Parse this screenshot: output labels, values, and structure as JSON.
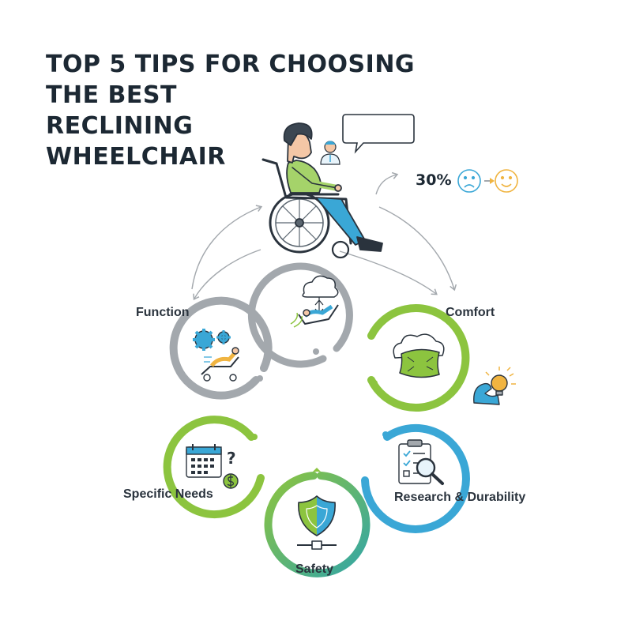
{
  "title_lines": [
    "TOP 5 TIPS FOR CHOOSING",
    "THE BEST",
    "RECLINING",
    "WHEELCHAIR"
  ],
  "stat": {
    "value": "30%",
    "from_icon": "sad-face-icon",
    "to_icon": "happy-face-icon"
  },
  "tips": [
    {
      "label": "Function",
      "icon": "gears-reclined-person-icon",
      "color": "#a3a8ad"
    },
    {
      "label": "Comfort",
      "icon": "pillow-cloud-icon",
      "color": "#8cc43f"
    },
    {
      "label": "Specific Needs",
      "icon": "calendar-money-icon",
      "color": "#8cc43f"
    },
    {
      "label": "Research & Durability",
      "icon": "checklist-magnifier-icon",
      "color": "#3aa7d6"
    },
    {
      "label": "Safety",
      "icon": "shield-icon",
      "color": "#3aa7d6"
    }
  ],
  "center_icon": "cloud-recliner-icon",
  "hero_icon": "person-in-wheelchair-icon",
  "colors": {
    "gray": "#a3a8ad",
    "green": "#8cc43f",
    "blue": "#3aa7d6",
    "teal": "#33a6a6",
    "dark": "#1c2833"
  }
}
